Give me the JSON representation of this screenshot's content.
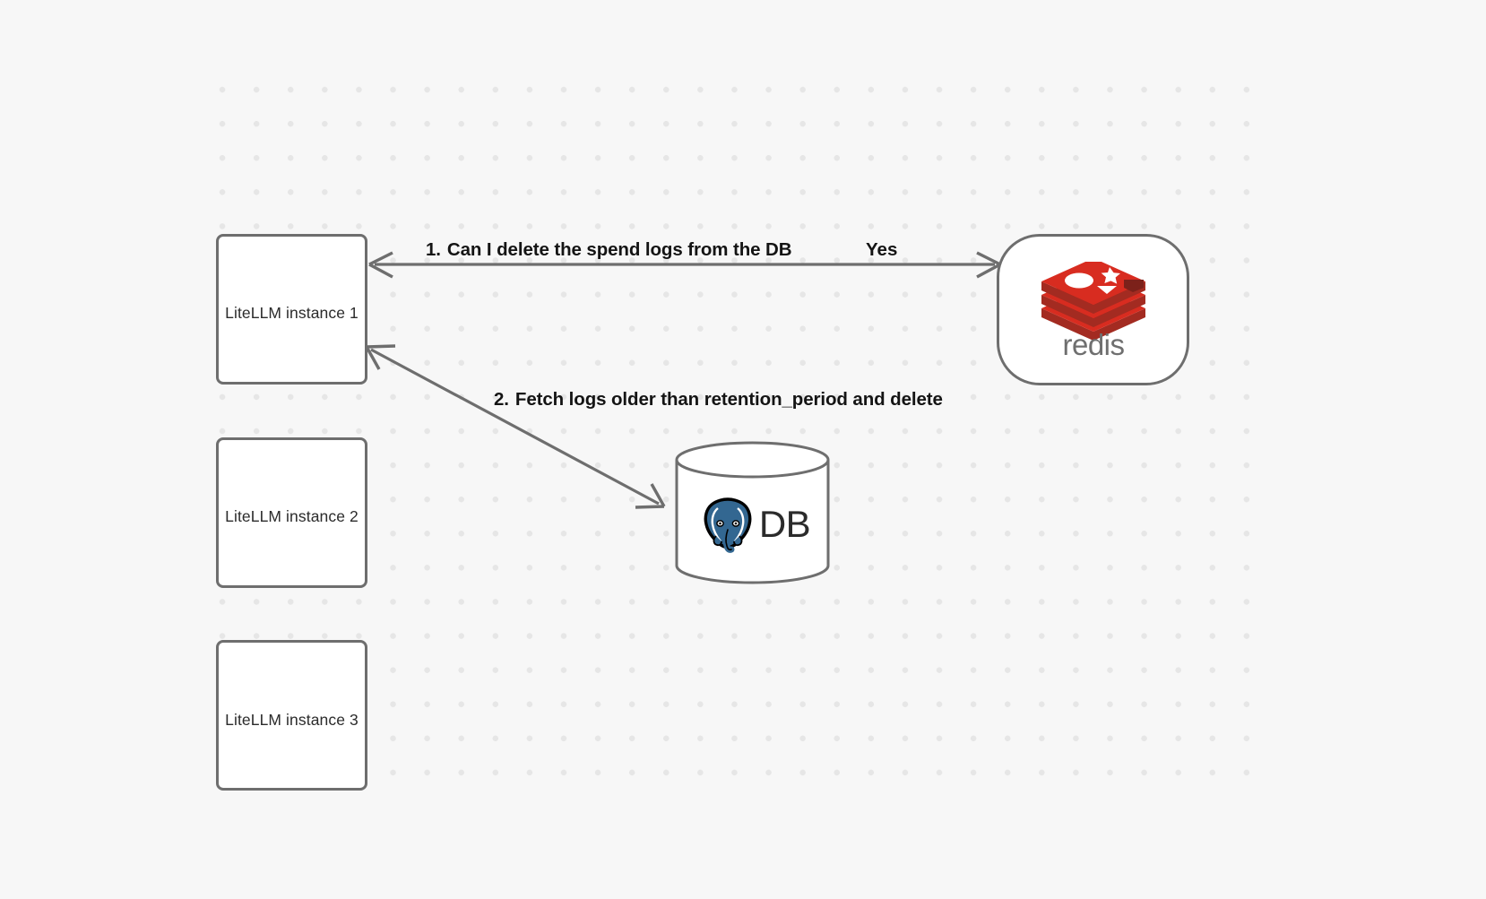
{
  "canvas": {
    "background_color": "#f7f7f7",
    "grid_dot_color": "#e6e6e6",
    "edge_color": "#6e6e6e"
  },
  "nodes": [
    {
      "id": "litellm-1",
      "label": "LiteLLM instance 1",
      "shape": "rounded-rect"
    },
    {
      "id": "litellm-2",
      "label": "LiteLLM instance 2",
      "shape": "rounded-rect"
    },
    {
      "id": "litellm-3",
      "label": "LiteLLM instance 3",
      "shape": "rounded-rect"
    },
    {
      "id": "redis",
      "label": "redis",
      "shape": "stadium",
      "logo": "redis-logo",
      "logo_color": "#d82c20",
      "wordmark_color": "#6f6f6f"
    },
    {
      "id": "db",
      "label": "DB",
      "shape": "cylinder",
      "logo": "postgresql-elephant-icon",
      "logo_color": "#336791"
    }
  ],
  "edges": [
    {
      "id": "edge-1",
      "from": "litellm-1",
      "to": "redis",
      "direction": "bidirectional",
      "sequence": "1.",
      "label": "Can I delete the spend logs from the DB",
      "reply_label": "Yes"
    },
    {
      "id": "edge-2",
      "from": "db",
      "to": "litellm-1",
      "direction": "bidirectional",
      "sequence": "2.",
      "label": "Fetch logs older than retention_period and delete"
    }
  ],
  "labels": {
    "edge1_seq": "1.",
    "edge1_text": "Can I delete the spend logs from the DB",
    "edge1_reply": "Yes",
    "edge2_seq": "2.",
    "edge2_text": "Fetch logs older than retention_period and delete",
    "db_text": "DB"
  }
}
